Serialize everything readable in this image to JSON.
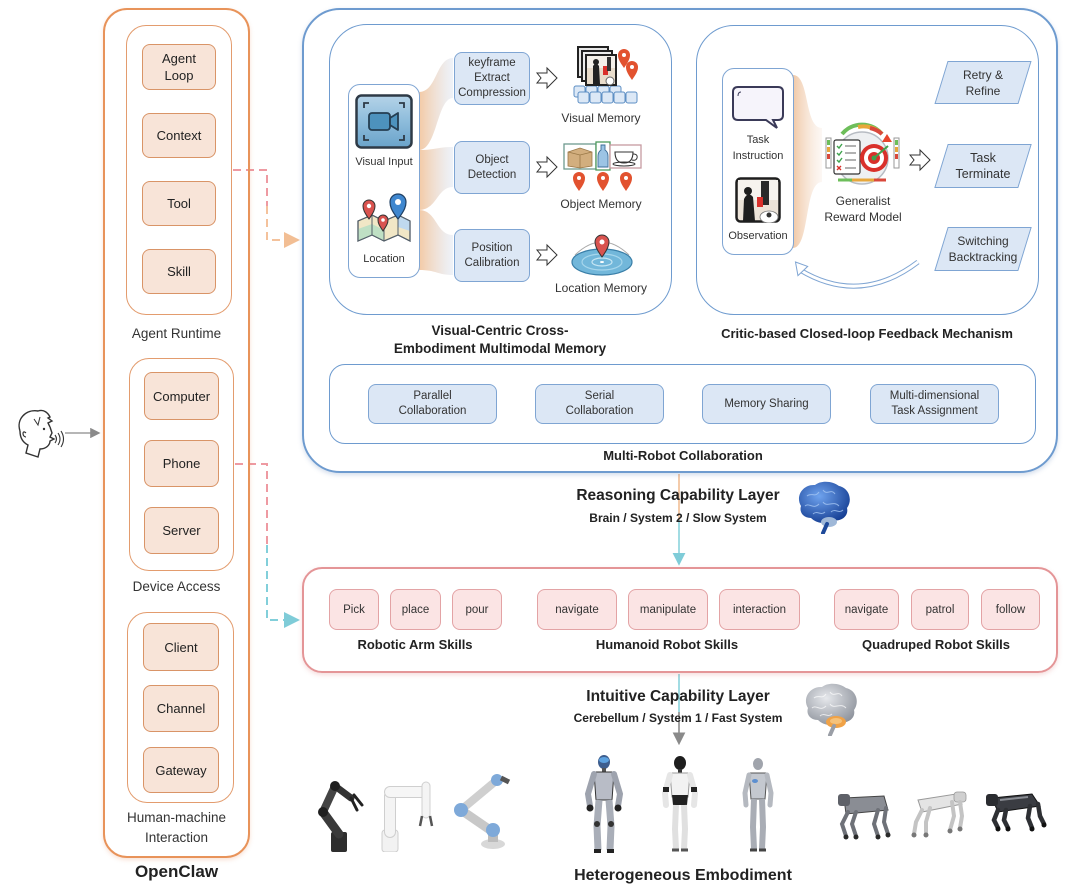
{
  "colors": {
    "openclaw_border": "#E8935A",
    "openclaw_item_fill": "#F8E4D8",
    "reasoning_border": "#6E9BCF",
    "reasoning_item_fill": "#DCE7F5",
    "intuitive_border": "#E49597",
    "intuitive_item_fill": "#FBE4E4",
    "connector_pink": "#EE9AA2",
    "connector_peach": "#F4C29C",
    "connector_teal": "#82CFDA"
  },
  "user": {
    "icon": "speaking-person-icon"
  },
  "openclaw": {
    "title": "OpenClaw",
    "groups": [
      {
        "label": "Agent Runtime",
        "items": [
          "Agent\nLoop",
          "Context",
          "Tool",
          "Skill"
        ]
      },
      {
        "label": "Device Access",
        "items": [
          "Computer",
          "Phone",
          "Server"
        ]
      },
      {
        "label": "Human-machine\nInteraction",
        "items": [
          "Client",
          "Channel",
          "Gateway"
        ]
      }
    ]
  },
  "reasoning_layer": {
    "title": "Reasoning Capability Layer",
    "subtitle": "Brain / System 2 / Slow System",
    "icon": "blue-brain-icon",
    "memory": {
      "title": "Visual-Centric Cross-\nEmbodiment Multimodal Memory",
      "inputs": [
        {
          "label": "Visual Input",
          "icon": "video-camera-icon"
        },
        {
          "label": "Location",
          "icon": "map-pins-icon"
        }
      ],
      "processes": [
        "keyframe\nExtract\nCompression",
        "Object\nDetection",
        "Position\nCalibration"
      ],
      "outputs": [
        {
          "label": "Visual Memory",
          "icon": "keyframe-stack-icon"
        },
        {
          "label": "Object Memory",
          "icon": "detected-objects-icon"
        },
        {
          "label": "Location Memory",
          "icon": "location-radar-icon"
        }
      ]
    },
    "feedback": {
      "title": "Critic-based Closed-loop Feedback Mechanism",
      "inputs": [
        {
          "label": "Task\nInstruction",
          "icon": "speech-bubble-icon"
        },
        {
          "label": "Observation",
          "icon": "observation-photo-icon"
        }
      ],
      "model": {
        "label": "Generalist\nReward Model",
        "icon": "reward-target-icon"
      },
      "outcomes": [
        "Retry &\nRefine",
        "Task\nTerminate",
        "Switching\nBacktracking"
      ]
    },
    "collaboration": {
      "title": "Multi-Robot Collaboration",
      "items": [
        "Parallel\nCollaboration",
        "Serial\nCollaboration",
        "Memory Sharing",
        "Multi-dimensional\nTask Assignment"
      ]
    }
  },
  "intuitive_layer": {
    "title": "Intuitive Capability Layer",
    "subtitle": "Cerebellum / System 1 / Fast System",
    "icon": "cerebellum-brain-icon",
    "groups": [
      {
        "label": "Robotic Arm Skills",
        "skills": [
          "Pick",
          "place",
          "pour"
        ]
      },
      {
        "label": "Humanoid Robot Skills",
        "skills": [
          "navigate",
          "manipulate",
          "interaction"
        ]
      },
      {
        "label": "Quadruped Robot Skills",
        "skills": [
          "navigate",
          "patrol",
          "follow"
        ]
      }
    ]
  },
  "embodiment": {
    "title": "Heterogeneous Embodiment",
    "images": {
      "robotic_arms": 3,
      "humanoids": 3,
      "quadrupeds": 3
    }
  }
}
